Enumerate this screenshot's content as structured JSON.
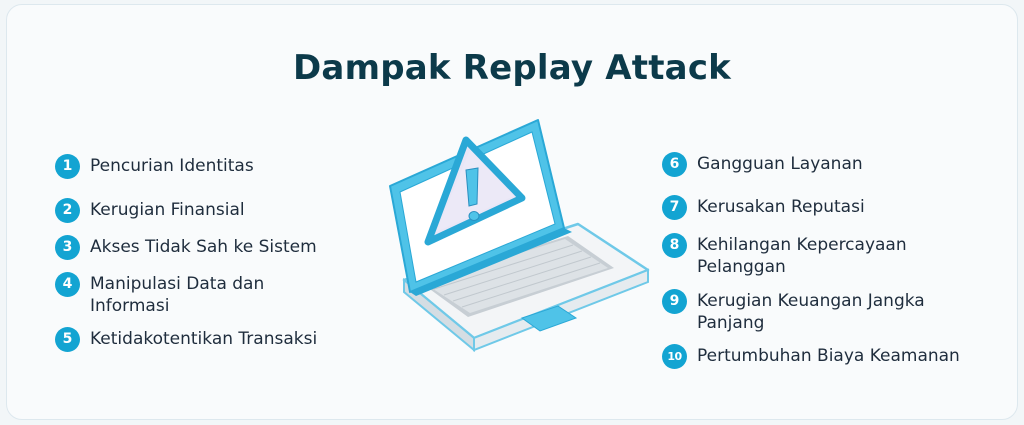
{
  "title": "Dampak Replay Attack",
  "left_items": [
    {
      "num": "1",
      "lines": [
        "Pencurian Identitas"
      ]
    },
    {
      "num": "2",
      "lines": [
        "Kerugian Finansial"
      ]
    },
    {
      "num": "3",
      "lines": [
        "Akses Tidak Sah ke Sistem"
      ]
    },
    {
      "num": "4",
      "lines": [
        "Manipulasi Data dan",
        "Informasi"
      ]
    },
    {
      "num": "5",
      "lines": [
        "Ketidakotentikan Transaksi"
      ]
    }
  ],
  "right_items": [
    {
      "num": "6",
      "lines": [
        "Gangguan Layanan"
      ]
    },
    {
      "num": "7",
      "lines": [
        "Kerusakan Reputasi"
      ]
    },
    {
      "num": "8",
      "lines": [
        "Kehilangan Kepercayaan",
        "Pelanggan"
      ]
    },
    {
      "num": "9",
      "lines": [
        "Kerugian Keuangan Jangka",
        "Panjang"
      ]
    },
    {
      "num": "10",
      "lines": [
        "Pertumbuhan Biaya Keamanan"
      ]
    }
  ],
  "illustration": {
    "icon": "laptop-warning-icon"
  },
  "colors": {
    "accent": "#13a4d2",
    "title": "#0c3a4a",
    "screen": "#4fc3e8"
  }
}
